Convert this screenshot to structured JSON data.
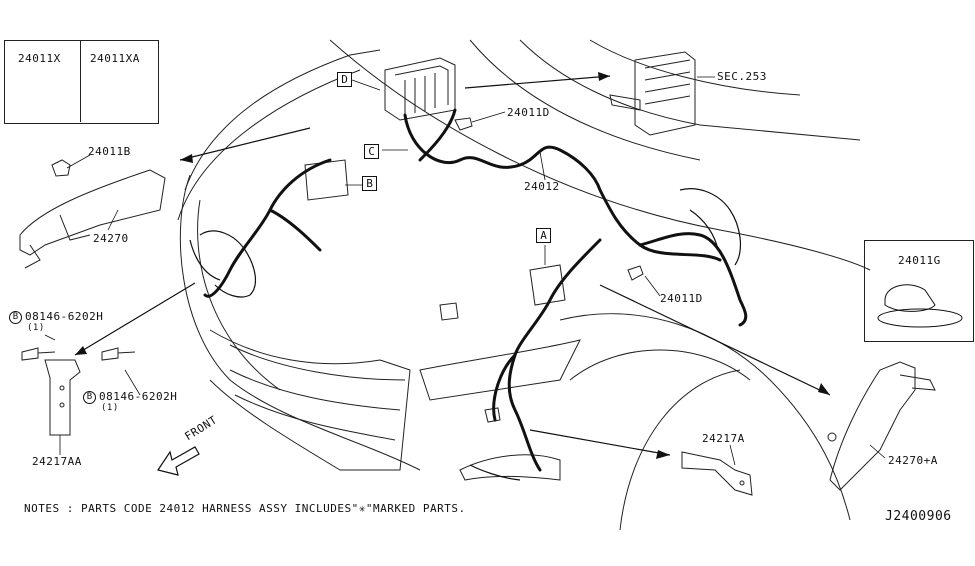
{
  "legend": {
    "left_code": "24011X",
    "right_code": "24011XA"
  },
  "inset": {
    "code": "24011G"
  },
  "letters": {
    "a": "A",
    "b": "B",
    "c": "C",
    "d": "D"
  },
  "labels": {
    "sec253": "SEC.253",
    "p24011D_top": "24011D",
    "p24012": "24012",
    "p24011B": "24011B",
    "p24270": "24270",
    "p24011D_mid": "24011D",
    "bolt_top": "08146-6202H",
    "bolt_top_qty": "(1)",
    "bolt_bottom": "08146-6202H",
    "bolt_bottom_qty": "(1)",
    "p24217AA": "24217AA",
    "front": "FRONT",
    "p24217A": "24217A",
    "p24270A": "24270+A",
    "bolt_mark": "B"
  },
  "notes": "NOTES : PARTS CODE 24012  HARNESS ASSY INCLUDES\"✳\"MARKED PARTS.",
  "diagram_id": "J2400906"
}
